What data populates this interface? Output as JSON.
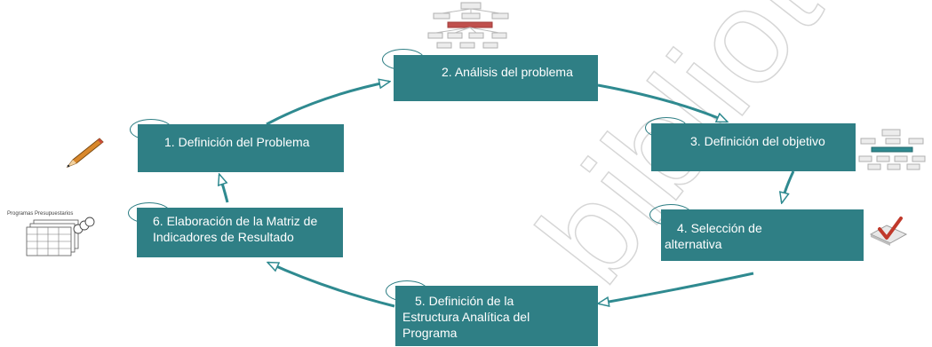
{
  "watermark": "bibliotecas",
  "steps": [
    {
      "number": "1.",
      "label": "Definición del Problema"
    },
    {
      "number": "2.",
      "label": "Análisis del  problema"
    },
    {
      "number": "3.",
      "label": "Definición del objetivo"
    },
    {
      "number": "4.",
      "label": "Selección de alternativa"
    },
    {
      "number": "5.",
      "label": "Definición de  la Estructura Analítica del Programa"
    },
    {
      "number": "6.",
      "label": "Elaboración de  la Matriz de Indicadores de Resultado"
    }
  ],
  "icons": {
    "step1": "pencil-icon",
    "step2": "tree-diagram-icon",
    "step3": "tree-diagram-icon",
    "step4": "checkbox-icon",
    "step6": "budget-programs-icon"
  },
  "icon_caption": "Programas Presupuestarios",
  "colors": {
    "box": "#2f7f85",
    "cycle": "#2f8a90",
    "text": "#ffffff"
  }
}
